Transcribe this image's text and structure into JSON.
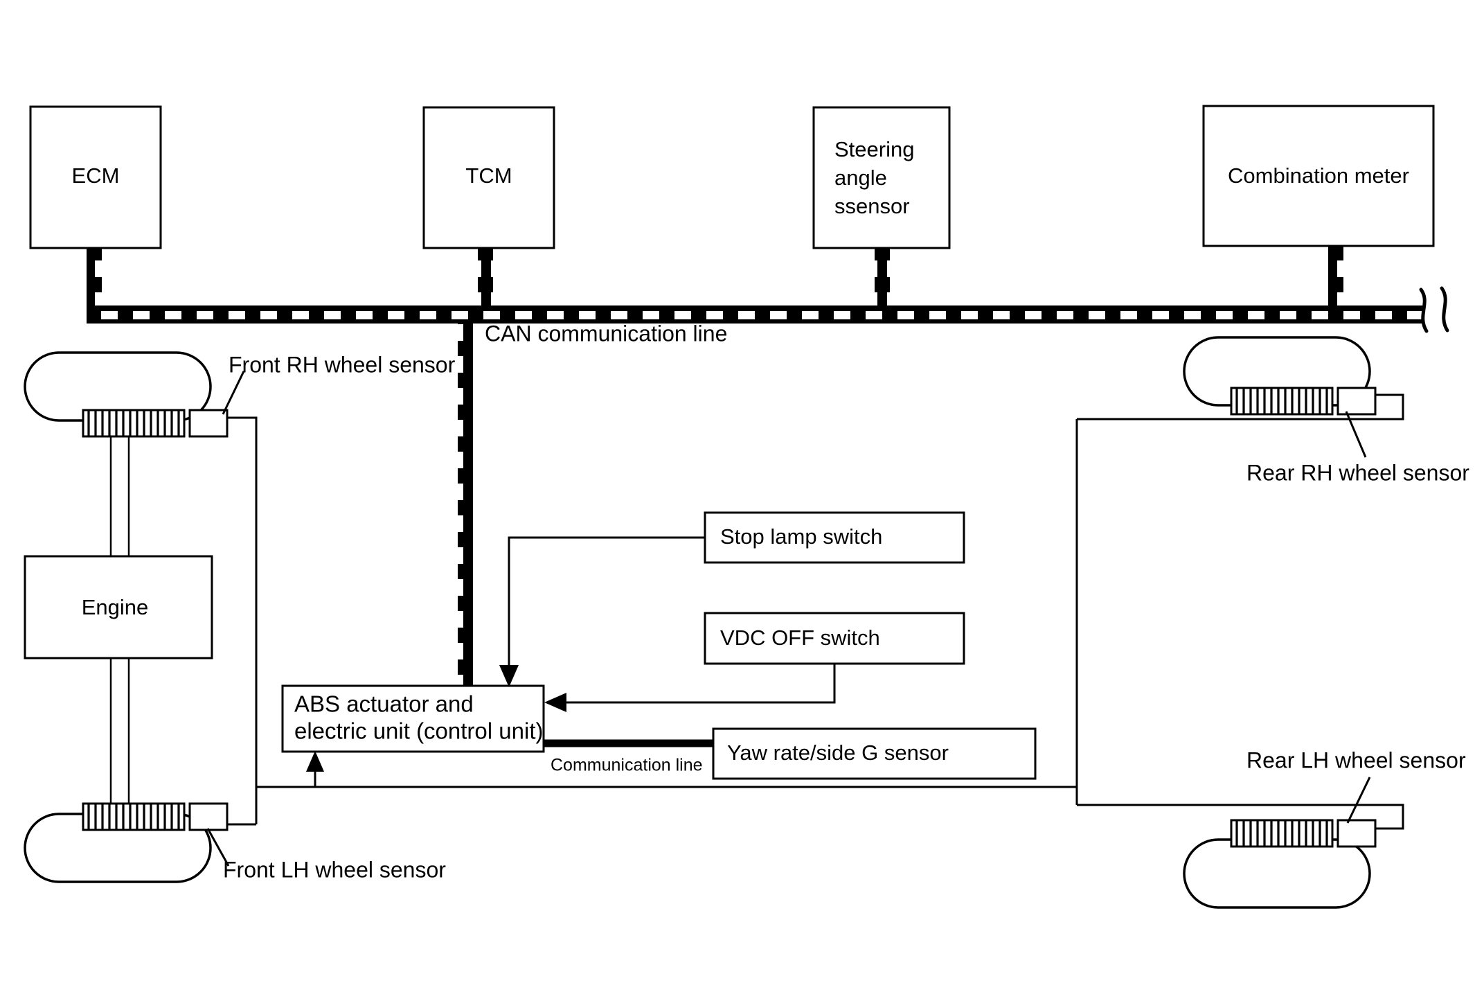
{
  "diagram": {
    "title": "VDC / ABS system schematic",
    "type": "automotive-system-block-diagram",
    "colors": {
      "line": "#000000",
      "fill": "#ffffff",
      "background": "#ffffff"
    }
  },
  "modules": {
    "ecm": {
      "label": "ECM"
    },
    "tcm": {
      "label": "TCM"
    },
    "steering_angle_sensor": {
      "line1": "Steering",
      "line2": "angle",
      "line3": "ssensor"
    },
    "combination_meter": {
      "label": "Combination meter"
    },
    "engine": {
      "label": "Engine"
    },
    "abs_unit": {
      "line1": "ABS actuator and",
      "line2": "electric unit (control unit)"
    },
    "stop_lamp_switch": {
      "label": "Stop lamp switch"
    },
    "vdc_off_switch": {
      "label": "VDC OFF switch"
    },
    "yaw_rate_sensor": {
      "label": "Yaw rate/side G sensor"
    }
  },
  "bus": {
    "can_label": "CAN communication line",
    "comm_label": "Communication line"
  },
  "sensors": {
    "front_rh": {
      "label": "Front RH wheel sensor"
    },
    "front_lh": {
      "label": "Front LH wheel sensor"
    },
    "rear_rh": {
      "label": "Rear RH wheel sensor"
    },
    "rear_lh": {
      "label": "Rear LH wheel sensor"
    }
  }
}
